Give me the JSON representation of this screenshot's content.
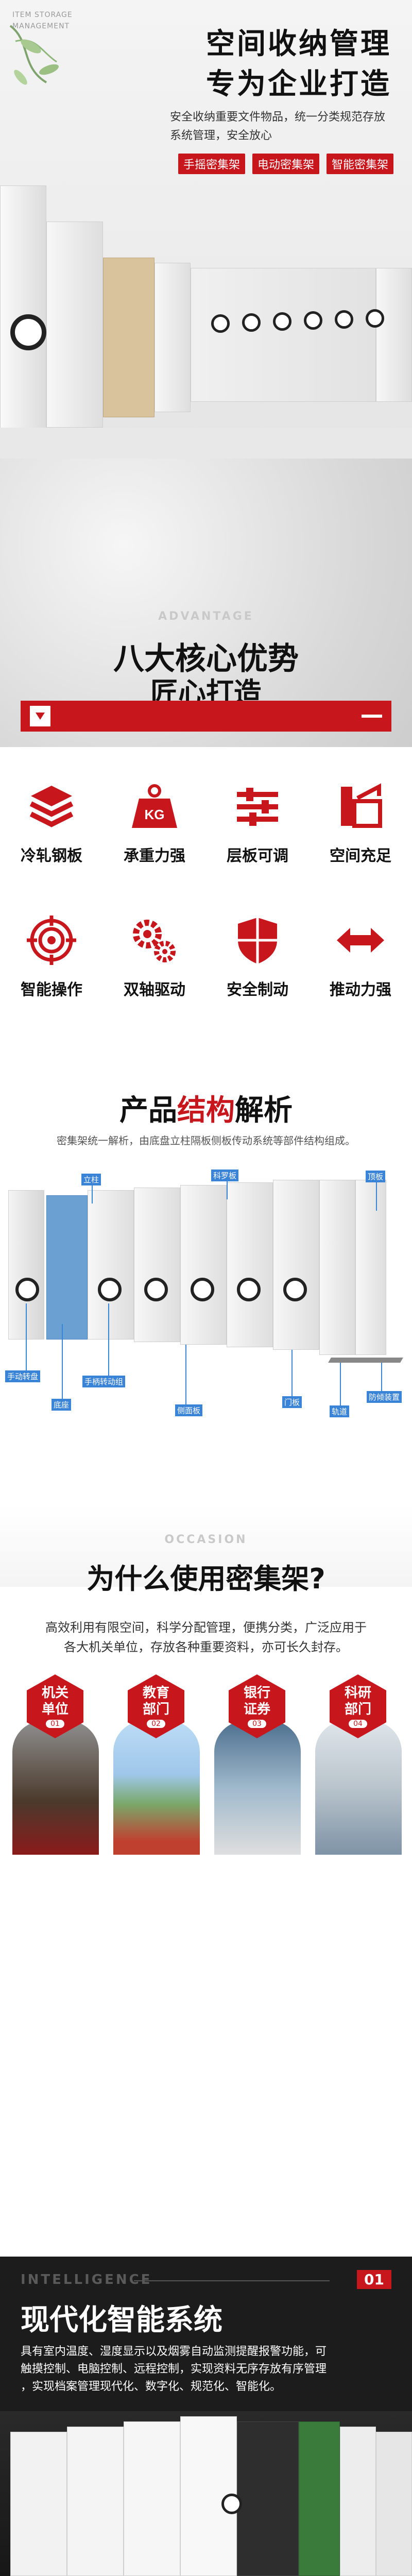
{
  "hero": {
    "storage_en": [
      "ITEM STORAGE",
      "MANAGEMENT"
    ],
    "title_line1": "空间收纳管理",
    "title_line2": "专为企业打造",
    "description_line1": "安全收纳重要文件物品，统一分类规范存放",
    "description_line2": "系统管理，安全放心",
    "buttons": [
      "手摇密集架",
      "电动密集架",
      "智能密集架"
    ]
  },
  "advantage": {
    "ghost": "ADVANTAGE",
    "title_line1": "八大核心优势",
    "title_line2": "匠心打造",
    "features": [
      {
        "label": "冷轧钢板",
        "icon": "steel-plate-icon"
      },
      {
        "label": "承重力强",
        "icon": "kg-weight-icon"
      },
      {
        "label": "层板可调",
        "icon": "adjustable-slider-icon"
      },
      {
        "label": "空间充足",
        "icon": "expand-space-icon"
      },
      {
        "label": "智能操作",
        "icon": "target-icon"
      },
      {
        "label": "双轴驱动",
        "icon": "gears-icon"
      },
      {
        "label": "安全制动",
        "icon": "shield-icon"
      },
      {
        "label": "推动力强",
        "icon": "push-arrows-icon"
      }
    ],
    "weight_badge": "KG"
  },
  "structure": {
    "title_part1": "产品",
    "title_highlight": "结构",
    "title_part2": "解析",
    "subtitle": "密集架统一解析，由底盘立柱隔板侧板传动系统等部件结构组成。",
    "callouts": {
      "column": "立柱",
      "top_plate": "科罗板",
      "top_board": "顶板",
      "handwheel": "手动转盘",
      "chassis": "底座",
      "handwheel_assembly": "手柄转动组",
      "side_panel": "侧面板",
      "door": "门板",
      "rail": "轨道",
      "anti_tip": "防倾装置"
    }
  },
  "why": {
    "ghost": "OCCASION",
    "title": "为什么使用密集架?",
    "desc_line1": "高效利用有限空间，科学分配管理，便携分类，广泛应用于",
    "desc_line2": "各大机关单位，存放各种重要资料，亦可长久封存。",
    "places": [
      {
        "line1": "机关",
        "line2": "单位",
        "num": "01"
      },
      {
        "line1": "教育",
        "line2": "部门",
        "num": "02"
      },
      {
        "line1": "银行",
        "line2": "证券",
        "num": "03"
      },
      {
        "line1": "科研",
        "line2": "部门",
        "num": "04"
      }
    ]
  },
  "intel": {
    "ghost": "INTELLIGENCE",
    "badge": "01",
    "title": "现代化智能系统",
    "desc_line1": "具有室内温度、湿度显示以及烟雾自动监测提醒报警功能，可",
    "desc_line2": "触摸控制、电脑控制、远程控制，实现资料无序存放有序管理",
    "desc_line3": "，实现档案管理现代化、数字化、规范化、智能化。"
  },
  "colors": {
    "accent": "#c8161d",
    "callout": "#3a84d8",
    "dark": "#1c1c1c"
  }
}
